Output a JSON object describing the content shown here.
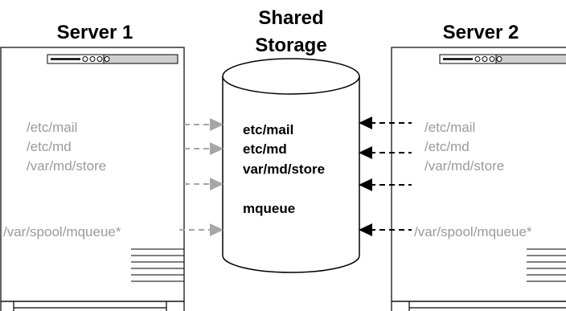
{
  "servers": [
    {
      "title": "Server 1",
      "paths": [
        "/etc/mail",
        "/etc/md",
        "/var/md/store"
      ],
      "spool_path": "/var/spool/mqueue*"
    },
    {
      "title": "Server 2",
      "paths": [
        "/etc/mail",
        "/etc/md",
        "/var/md/store"
      ],
      "spool_path": "/var/spool/mqueue*"
    }
  ],
  "storage": {
    "title_line1": "Shared",
    "title_line2": "Storage",
    "items": [
      "etc/mail",
      "etc/md",
      "var/md/store"
    ],
    "queue_item": "mqueue"
  },
  "colors": {
    "server1_arrow": "#a6a6a6",
    "server2_arrow": "#000000",
    "path_text": "#9a9a9a"
  }
}
